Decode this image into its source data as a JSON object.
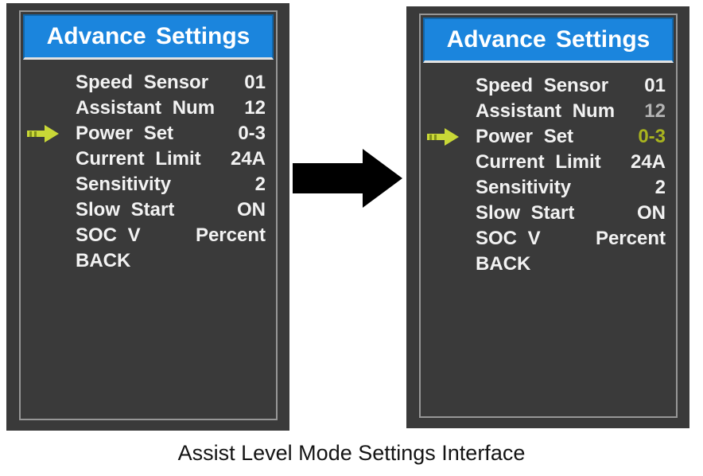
{
  "caption": "Assist Level Mode Settings Interface",
  "colors": {
    "panel_background": "#3a3a3a",
    "title_background": "#1b85dd",
    "title_text": "#ffffff",
    "menu_text": "#f2f2f2",
    "dim_value": "#b4b4b4",
    "highlight_value": "#a9b41f",
    "selection_arrow": "#c9d837",
    "inner_border": "#979797",
    "transition_arrow": "#000000"
  },
  "icons": {
    "selection_arrow": "right-arrow",
    "transition_arrow": "right-arrow"
  },
  "panels": [
    {
      "title": "Advance Settings",
      "rows": [
        {
          "label": "Speed Sensor",
          "value": "01",
          "arrow": false,
          "value_state": "normal"
        },
        {
          "label": "Assistant Num",
          "value": "12",
          "arrow": false,
          "value_state": "normal"
        },
        {
          "label": "Power Set",
          "value": "0-3",
          "arrow": true,
          "value_state": "normal"
        },
        {
          "label": "Current Limit",
          "value": "24A",
          "arrow": false,
          "value_state": "normal"
        },
        {
          "label": "Sensitivity",
          "value": "2",
          "arrow": false,
          "value_state": "normal"
        },
        {
          "label": "Slow Start",
          "value": "ON",
          "arrow": false,
          "value_state": "normal"
        },
        {
          "label": "SOC V",
          "value": "Percent",
          "arrow": false,
          "value_state": "normal"
        },
        {
          "label": "BACK",
          "value": "",
          "arrow": false,
          "value_state": "normal"
        }
      ]
    },
    {
      "title": "Advance Settings",
      "rows": [
        {
          "label": "Speed Sensor",
          "value": "01",
          "arrow": false,
          "value_state": "normal"
        },
        {
          "label": "Assistant Num",
          "value": "12",
          "arrow": false,
          "value_state": "dim"
        },
        {
          "label": "Power Set",
          "value": "0-3",
          "arrow": true,
          "value_state": "highlight"
        },
        {
          "label": "Current Limit",
          "value": "24A",
          "arrow": false,
          "value_state": "normal"
        },
        {
          "label": "Sensitivity",
          "value": "2",
          "arrow": false,
          "value_state": "normal"
        },
        {
          "label": "Slow Start",
          "value": "ON",
          "arrow": false,
          "value_state": "normal"
        },
        {
          "label": "SOC V",
          "value": "Percent",
          "arrow": false,
          "value_state": "normal"
        },
        {
          "label": "BACK",
          "value": "",
          "arrow": false,
          "value_state": "normal"
        }
      ]
    }
  ]
}
